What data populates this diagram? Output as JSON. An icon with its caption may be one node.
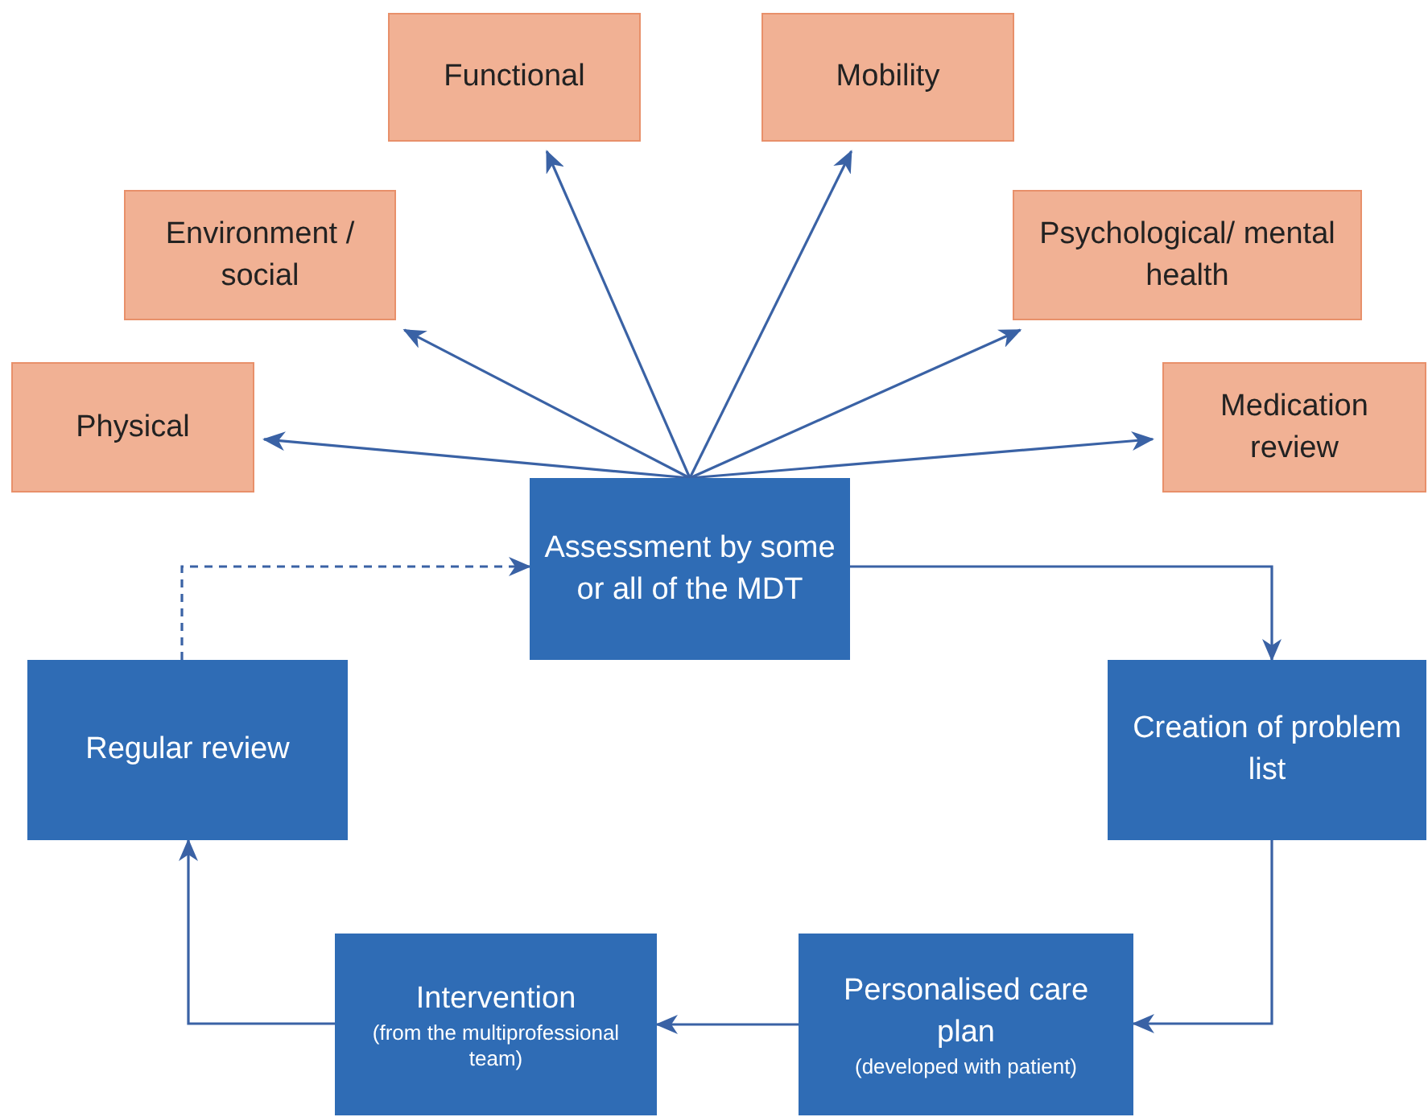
{
  "diagram": {
    "nodes": [
      {
        "text": [
          "Functional"
        ]
      },
      {
        "text": [
          "Mobility"
        ]
      },
      {
        "text": [
          "Environment / social"
        ]
      },
      {
        "text": [
          "Psychological/ mental health"
        ]
      },
      {
        "text": [
          "Physical"
        ]
      },
      {
        "text": [
          "Medication review"
        ]
      },
      {
        "text": [
          "Assessment by some or all of the MDT"
        ]
      },
      {
        "text": [
          "Regular review"
        ]
      },
      {
        "text": [
          "Creation of problem list"
        ]
      },
      {
        "text": [
          "Personalised care plan",
          "(developed with patient)"
        ]
      },
      {
        "text": [
          "Intervention",
          "(from the multiprofessional team)"
        ]
      }
    ],
    "edges": [
      {
        "from": 6,
        "to": 4,
        "arrow": "to"
      },
      {
        "from": 6,
        "to": 2,
        "arrow": "to"
      },
      {
        "from": 6,
        "to": 0,
        "arrow": "to"
      },
      {
        "from": 6,
        "to": 1,
        "arrow": "to"
      },
      {
        "from": 6,
        "to": 3,
        "arrow": "to"
      },
      {
        "from": 6,
        "to": 5,
        "arrow": "to"
      },
      {
        "from": 6,
        "to": 8,
        "arrow": "to"
      },
      {
        "from": 8,
        "to": 9,
        "arrow": "to"
      },
      {
        "from": 9,
        "to": 10,
        "arrow": "to"
      },
      {
        "from": 10,
        "to": 7,
        "arrow": "to"
      },
      {
        "from": 7,
        "to": 6,
        "arrow": "to",
        "style": "dashed"
      }
    ]
  }
}
